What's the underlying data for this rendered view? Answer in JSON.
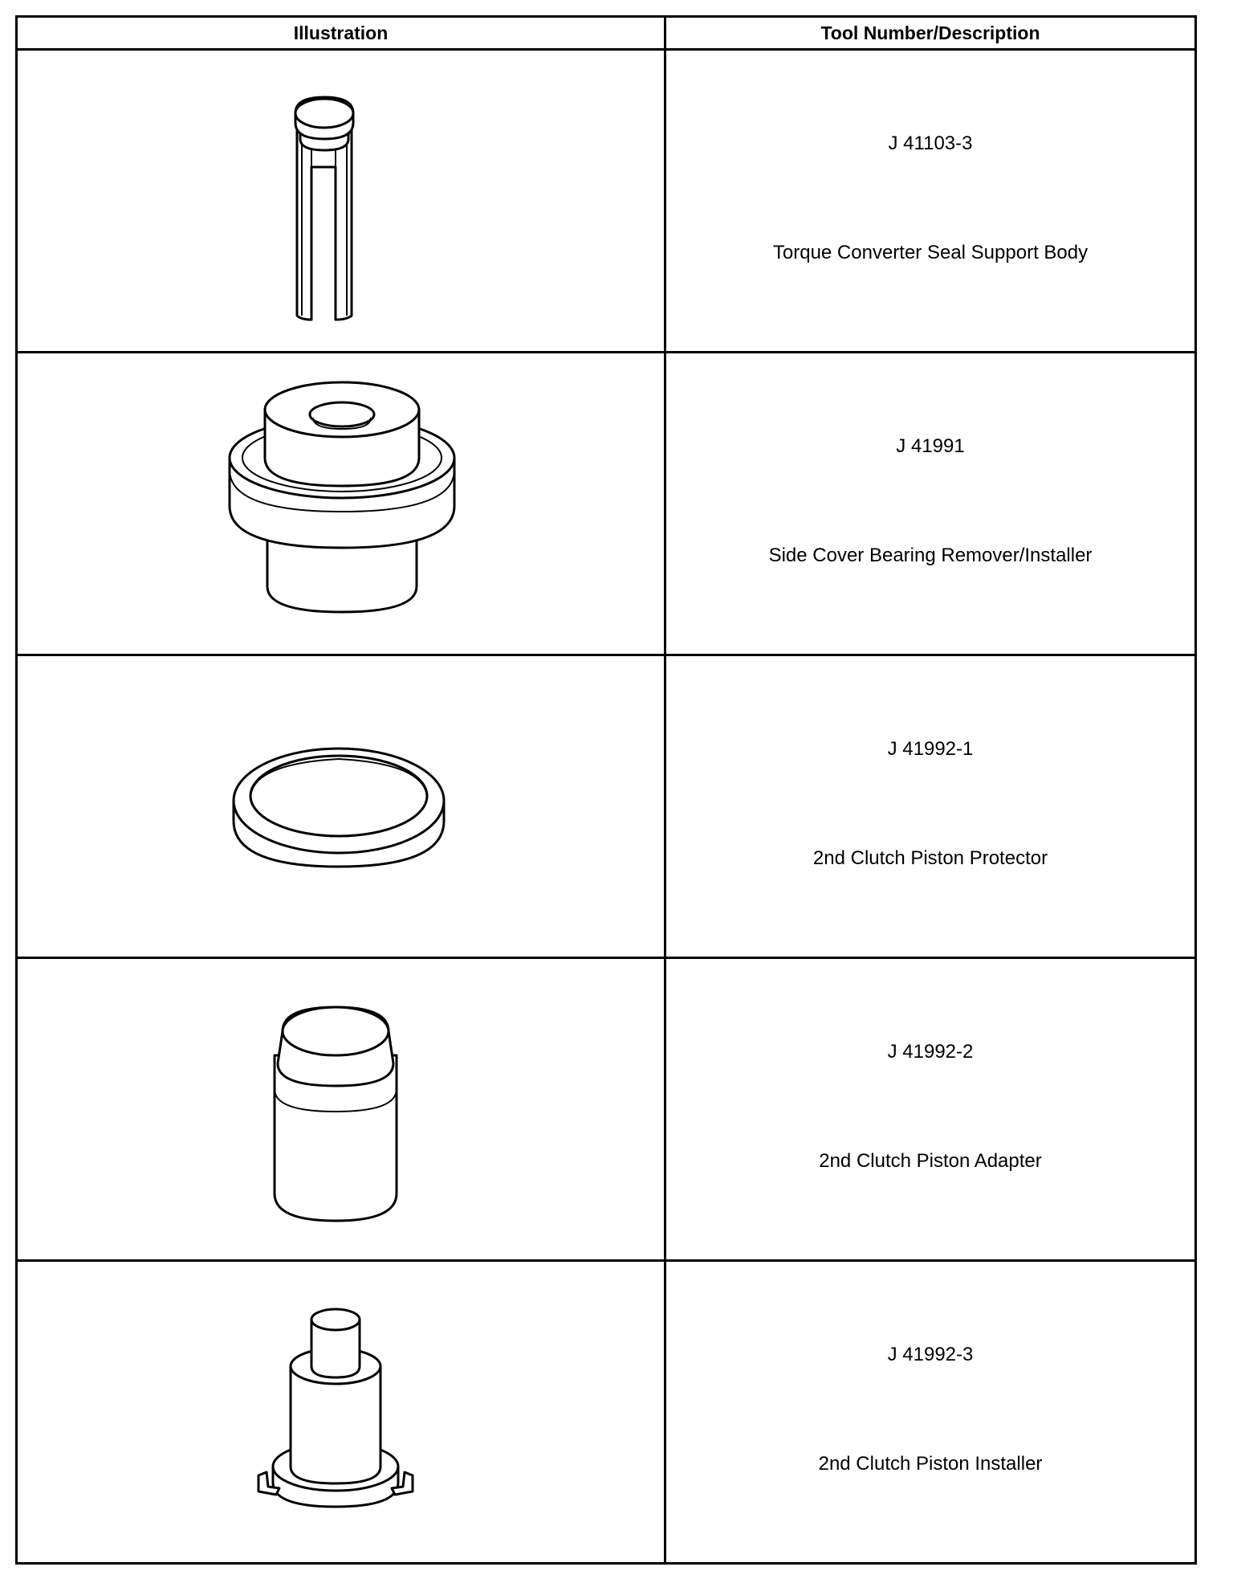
{
  "table": {
    "headers": {
      "illustration": "Illustration",
      "tool": "Tool Number/Description"
    },
    "rows": [
      {
        "tool_number": "J 41103-3",
        "description": "Torque Converter Seal Support Body",
        "icon": "seal-support-body-icon"
      },
      {
        "tool_number": "J 41991",
        "description": "Side Cover Bearing Remover/Installer",
        "icon": "bearing-remover-installer-icon"
      },
      {
        "tool_number": "J 41992-1",
        "description": "2nd Clutch Piston Protector",
        "icon": "piston-protector-ring-icon"
      },
      {
        "tool_number": "J 41992-2",
        "description": "2nd Clutch Piston Adapter",
        "icon": "piston-adapter-icon"
      },
      {
        "tool_number": "J 41992-3",
        "description": "2nd Clutch Piston Installer",
        "icon": "piston-installer-icon"
      }
    ]
  }
}
